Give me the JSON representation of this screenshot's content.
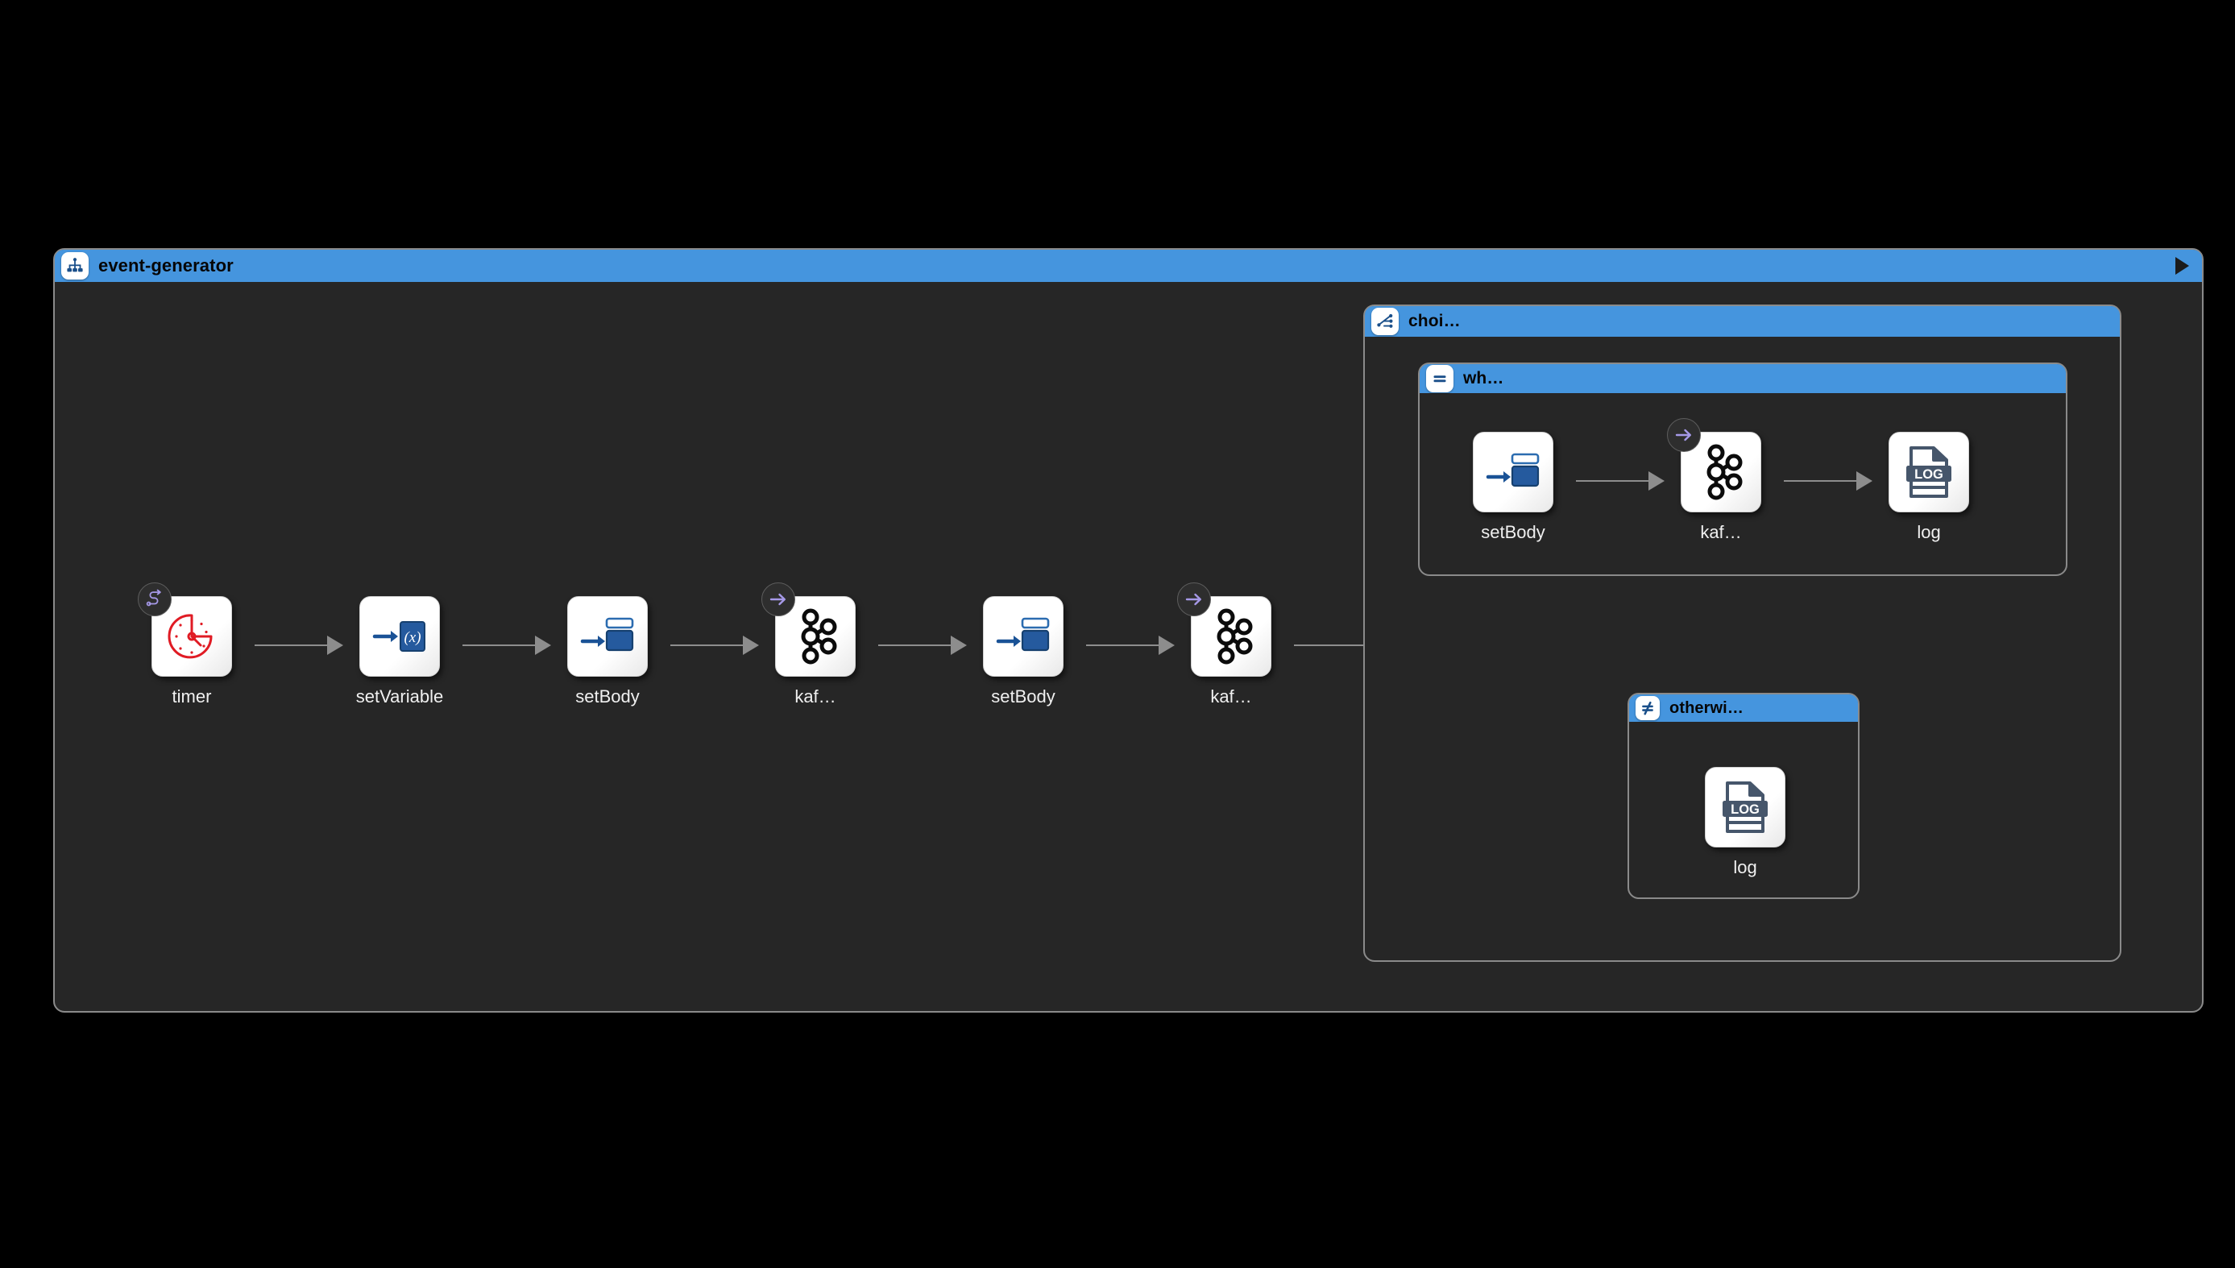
{
  "canvas": {
    "background_color": "#000000",
    "accent_color": "#4595de",
    "group_body_color": "#262626",
    "group_border_color": "#8a8a8a",
    "edge_color": "#8d8d8d",
    "label_color": "#f0f0f0"
  },
  "route": {
    "title": "event-generator",
    "icon": "route-tree-icon",
    "run_button": "play-icon",
    "steps": [
      {
        "id": "timer",
        "label": "timer",
        "icon": "timer-clock-icon",
        "badge": "route-path-icon"
      },
      {
        "id": "setvariable",
        "label": "setVariable",
        "icon": "set-variable-icon",
        "badge": null
      },
      {
        "id": "setbody-1",
        "label": "setBody",
        "icon": "set-body-icon",
        "badge": null
      },
      {
        "id": "kafka-1",
        "label": "kaf…",
        "icon": "kafka-icon",
        "badge": "arrow-right-icon"
      },
      {
        "id": "setbody-2",
        "label": "setBody",
        "icon": "set-body-icon",
        "badge": null
      },
      {
        "id": "kafka-2",
        "label": "kaf…",
        "icon": "kafka-icon",
        "badge": "arrow-right-icon"
      }
    ]
  },
  "choice": {
    "title": "choi…",
    "icon": "choice-branch-icon",
    "branches": [
      {
        "id": "when",
        "title": "wh…",
        "icon": "equals-icon",
        "steps": [
          {
            "id": "when-setbody",
            "label": "setBody",
            "icon": "set-body-icon",
            "badge": null
          },
          {
            "id": "when-kafka",
            "label": "kaf…",
            "icon": "kafka-icon",
            "badge": "arrow-right-icon"
          },
          {
            "id": "when-log",
            "label": "log",
            "icon": "log-file-icon",
            "badge": null
          }
        ]
      },
      {
        "id": "otherwise",
        "title": "otherwi…",
        "icon": "not-equals-icon",
        "steps": [
          {
            "id": "otherwise-log",
            "label": "log",
            "icon": "log-file-icon",
            "badge": null
          }
        ]
      }
    ]
  }
}
